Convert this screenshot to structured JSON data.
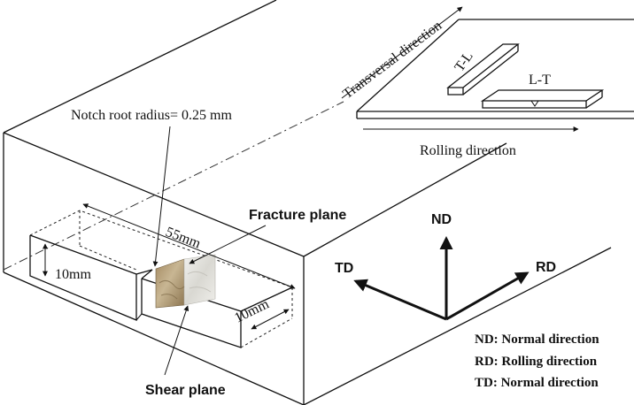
{
  "labels": {
    "notch_root_radius": "Notch root radius= 0.25 mm",
    "fracture_plane": "Fracture plane",
    "shear_plane": "Shear plane",
    "dim_length": "55mm",
    "dim_height": "10mm",
    "dim_width": "10mm"
  },
  "inset": {
    "transversal_direction": "Transversal direction",
    "rolling_direction": "Rolling direction",
    "specimen_tl": "T-L",
    "specimen_lt": "L-T"
  },
  "axes": {
    "nd": "ND",
    "td": "TD",
    "rd": "RD"
  },
  "legend": [
    "ND: Normal direction",
    "RD: Rolling direction",
    "TD: Normal direction"
  ],
  "colors": {
    "line": "#111111",
    "fracture_surface": "#b9a27e",
    "shear_surface": "#e3e2dd"
  }
}
